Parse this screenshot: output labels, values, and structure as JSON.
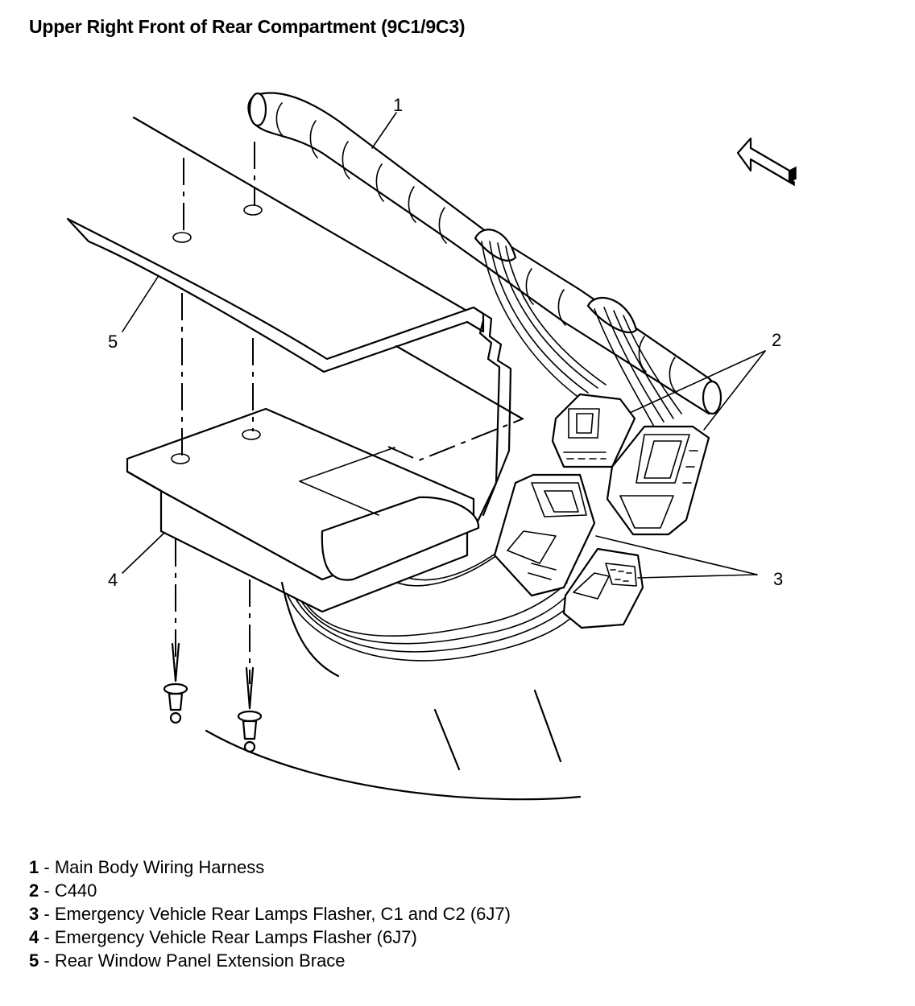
{
  "title": "Upper Right Front of Rear Compartment (9C1/9C3)",
  "callouts": [
    "1",
    "2",
    "3",
    "4",
    "5"
  ],
  "legend": [
    {
      "num": "1",
      "sep": " - ",
      "text": "Main Body Wiring Harness"
    },
    {
      "num": "2",
      "sep": " - ",
      "text": "C440"
    },
    {
      "num": "3",
      "sep": " - ",
      "text": "Emergency Vehicle Rear Lamps Flasher, C1 and C2 (6J7)"
    },
    {
      "num": "4",
      "sep": " - ",
      "text": "Emergency Vehicle Rear Lamps Flasher (6J7)"
    },
    {
      "num": "5",
      "sep": " - ",
      "text": "Rear Window Panel Extension Brace"
    }
  ],
  "icons": {
    "direction_arrow": "front-direction-arrow-icon",
    "rivet": "push-rivet-icon"
  }
}
